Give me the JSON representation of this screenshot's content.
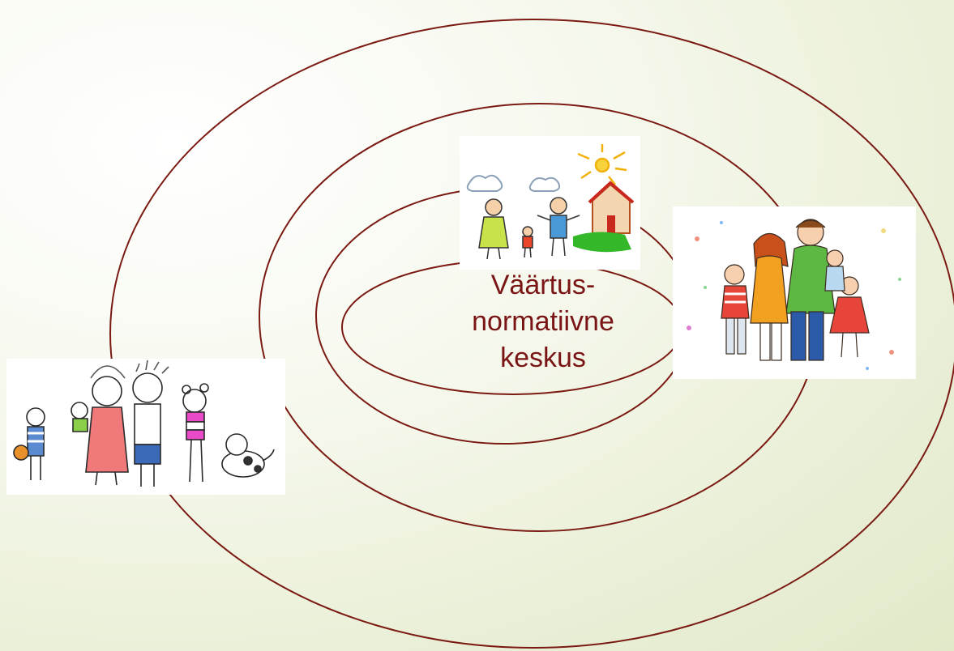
{
  "diagram": {
    "center_label_lines": [
      "Väärtus-",
      "normatiivne",
      "keskus"
    ],
    "ring_color": "#7a1a12",
    "text_color": "#7a1515",
    "ring_count": 4
  },
  "pictures": [
    {
      "name": "house-family-drawing-icon",
      "depicts": "child drawing of family with house, sun and clouds"
    },
    {
      "name": "parents-with-children-icon",
      "depicts": "painted family hugging"
    },
    {
      "name": "extended-family-drawing-icon",
      "depicts": "doodle extended family with dog"
    }
  ]
}
